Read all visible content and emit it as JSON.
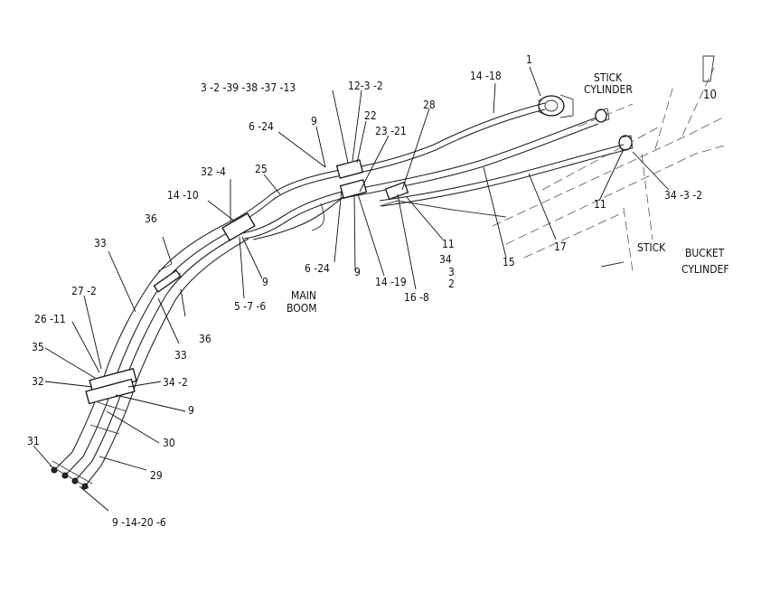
{
  "callouts": [
    {
      "id": "c1",
      "text": "1"
    },
    {
      "id": "c2",
      "text": "14 -18"
    },
    {
      "id": "c3",
      "text": "STICK"
    },
    {
      "id": "c4",
      "text": "CYLINDER"
    },
    {
      "id": "c5",
      "text": "3 -2 -39 -38 -37 -13"
    },
    {
      "id": "c6",
      "text": "12-3 -2"
    },
    {
      "id": "c7",
      "text": "28"
    },
    {
      "id": "c8",
      "text": "6 -24"
    },
    {
      "id": "c9",
      "text": "9"
    },
    {
      "id": "c10",
      "text": "22"
    },
    {
      "id": "c11",
      "text": "23 -21"
    },
    {
      "id": "c12",
      "text": "32 -4"
    },
    {
      "id": "c13",
      "text": "25"
    },
    {
      "id": "c14",
      "text": "14 -10"
    },
    {
      "id": "c15",
      "text": "36"
    },
    {
      "id": "c16",
      "text": "33"
    },
    {
      "id": "c17",
      "text": "27 -2"
    },
    {
      "id": "c18",
      "text": "26 -11"
    },
    {
      "id": "c19",
      "text": "35"
    },
    {
      "id": "c20",
      "text": "32"
    },
    {
      "id": "c21",
      "text": "34 -2"
    },
    {
      "id": "c22",
      "text": "9"
    },
    {
      "id": "c23",
      "text": "30"
    },
    {
      "id": "c24",
      "text": "31"
    },
    {
      "id": "c25",
      "text": "29"
    },
    {
      "id": "c26",
      "text": "9 -14-20  -6"
    },
    {
      "id": "c27",
      "text": "36"
    },
    {
      "id": "c28",
      "text": "33"
    },
    {
      "id": "c29",
      "text": "9"
    },
    {
      "id": "c30",
      "text": "5 -7 -6"
    },
    {
      "id": "c31",
      "text": "MAIN"
    },
    {
      "id": "c32",
      "text": "BOOM"
    },
    {
      "id": "c33",
      "text": "6 -24"
    },
    {
      "id": "c34",
      "text": "9"
    },
    {
      "id": "c35",
      "text": "14 -19"
    },
    {
      "id": "c36",
      "text": "16 -8"
    },
    {
      "id": "c37",
      "text": "11"
    },
    {
      "id": "c38",
      "text": "34"
    },
    {
      "id": "c39",
      "text": "3"
    },
    {
      "id": "c40",
      "text": "2"
    },
    {
      "id": "c41",
      "text": "15"
    },
    {
      "id": "c42",
      "text": "17"
    },
    {
      "id": "c43",
      "text": "11"
    },
    {
      "id": "c44",
      "text": "34 -3 -2"
    },
    {
      "id": "c45",
      "text": "STICK"
    },
    {
      "id": "c46",
      "text": "BUCKET"
    },
    {
      "id": "c47",
      "text": "CYLINDEF"
    },
    {
      "id": "c48",
      "text": "10"
    }
  ]
}
